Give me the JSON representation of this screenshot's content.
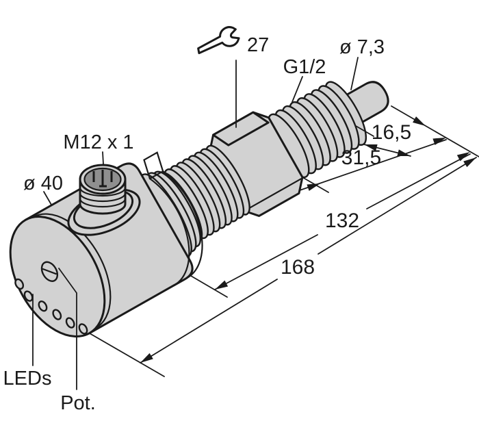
{
  "drawing": {
    "labels": {
      "wrench_size": "27",
      "thread": "G1/2",
      "tip_diameter": "ø 7,3",
      "connector_thread": "M12 x 1",
      "head_diameter": "ø 40",
      "leds": "LEDs",
      "pot": "Pot."
    },
    "dimensions": {
      "tip_length": "16,5",
      "thread_length": "31,5",
      "body_length": "132",
      "total_length": "168"
    },
    "icons": {
      "wrench": "open-end-wrench"
    },
    "colors": {
      "body_fill": "#d2d2d2",
      "outline": "#1a1a1a",
      "socket_fill": "#8f8f8f",
      "background": "#ffffff"
    }
  }
}
